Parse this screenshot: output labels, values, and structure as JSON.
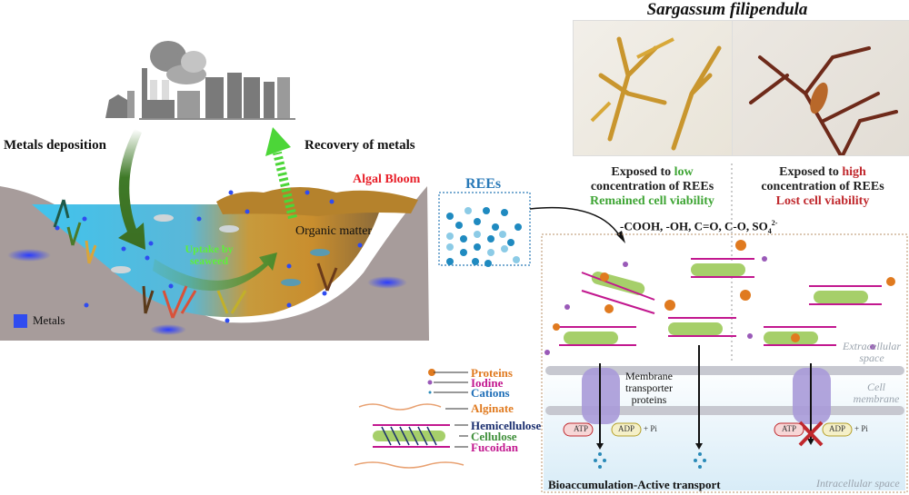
{
  "left_panel": {
    "metals_deposition": "Metals deposition",
    "recovery_of_metals": "Recovery of metals",
    "algal_bloom": "Algal Bloom",
    "organic_matter": "Organic matter",
    "uptake_line1": "Uptake by",
    "uptake_line2": "seaweed",
    "metals_legend": "Metals"
  },
  "rees_box": {
    "title": "REEs"
  },
  "species": {
    "title": "Sargassum filipendula"
  },
  "conditions": {
    "low": {
      "prefix": "Exposed to ",
      "level": "low",
      "line2": "concentration of REEs",
      "result": "Remained cell viability"
    },
    "high": {
      "prefix": "Exposed to ",
      "level": "high",
      "line2": "concentration of REEs",
      "result": "Lost cell viability"
    }
  },
  "functional_groups": "-COOH, -OH, C=O, C-O, SO",
  "functional_groups_sub": "4",
  "functional_groups_sup": "2-",
  "cell_wall_legend": [
    {
      "label": "Proteins",
      "color": "#e07a1f"
    },
    {
      "label": "Iodine",
      "color": "#c2188f"
    },
    {
      "label": "Cations",
      "color": "#1f6fb8"
    },
    {
      "label": "Alginate",
      "color": "#e07a1f"
    },
    {
      "label": "Hemicellulose",
      "color": "#1a2e6e"
    },
    {
      "label": "Cellulose",
      "color": "#3f8f3a"
    },
    {
      "label": "Fucoidan",
      "color": "#c2188f"
    }
  ],
  "membrane": {
    "transporter_line1": "Membrane",
    "transporter_line2": "transporter",
    "transporter_line3": "proteins",
    "extracellular_line1": "Extracellular",
    "extracellular_line2": "space",
    "cell_line1": "Cell",
    "cell_line2": "membrane",
    "intracellular": "Intracellular space",
    "atp": "ATP",
    "adp": "ADP",
    "pi": "+ Pi",
    "bottom_title": "Bioaccumulation-Active transport"
  },
  "colors": {
    "low_green": "#3fa535",
    "high_red": "#c0282d",
    "algal_red": "#e8202a",
    "uptake_green": "#5df03a",
    "rees_blue": "#2a7ab8",
    "metal_blue": "#2f4cf0"
  }
}
